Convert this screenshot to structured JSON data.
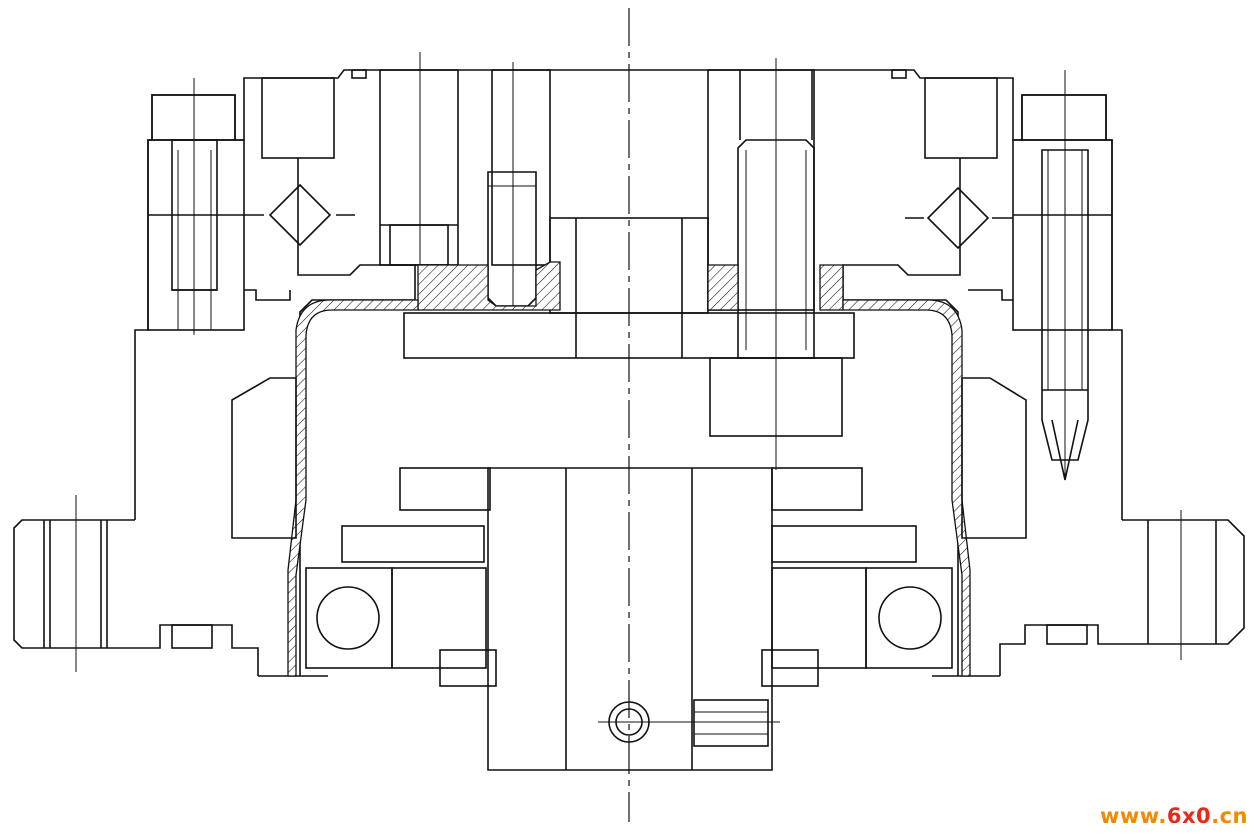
{
  "watermark": {
    "prefix": "www.",
    "brand": "6x0",
    "suffix": ".cn",
    "prefix_color": "#f08a00",
    "brand_color": "#e52a1a"
  },
  "line_color": "#111111",
  "background_color": "#ffffff"
}
